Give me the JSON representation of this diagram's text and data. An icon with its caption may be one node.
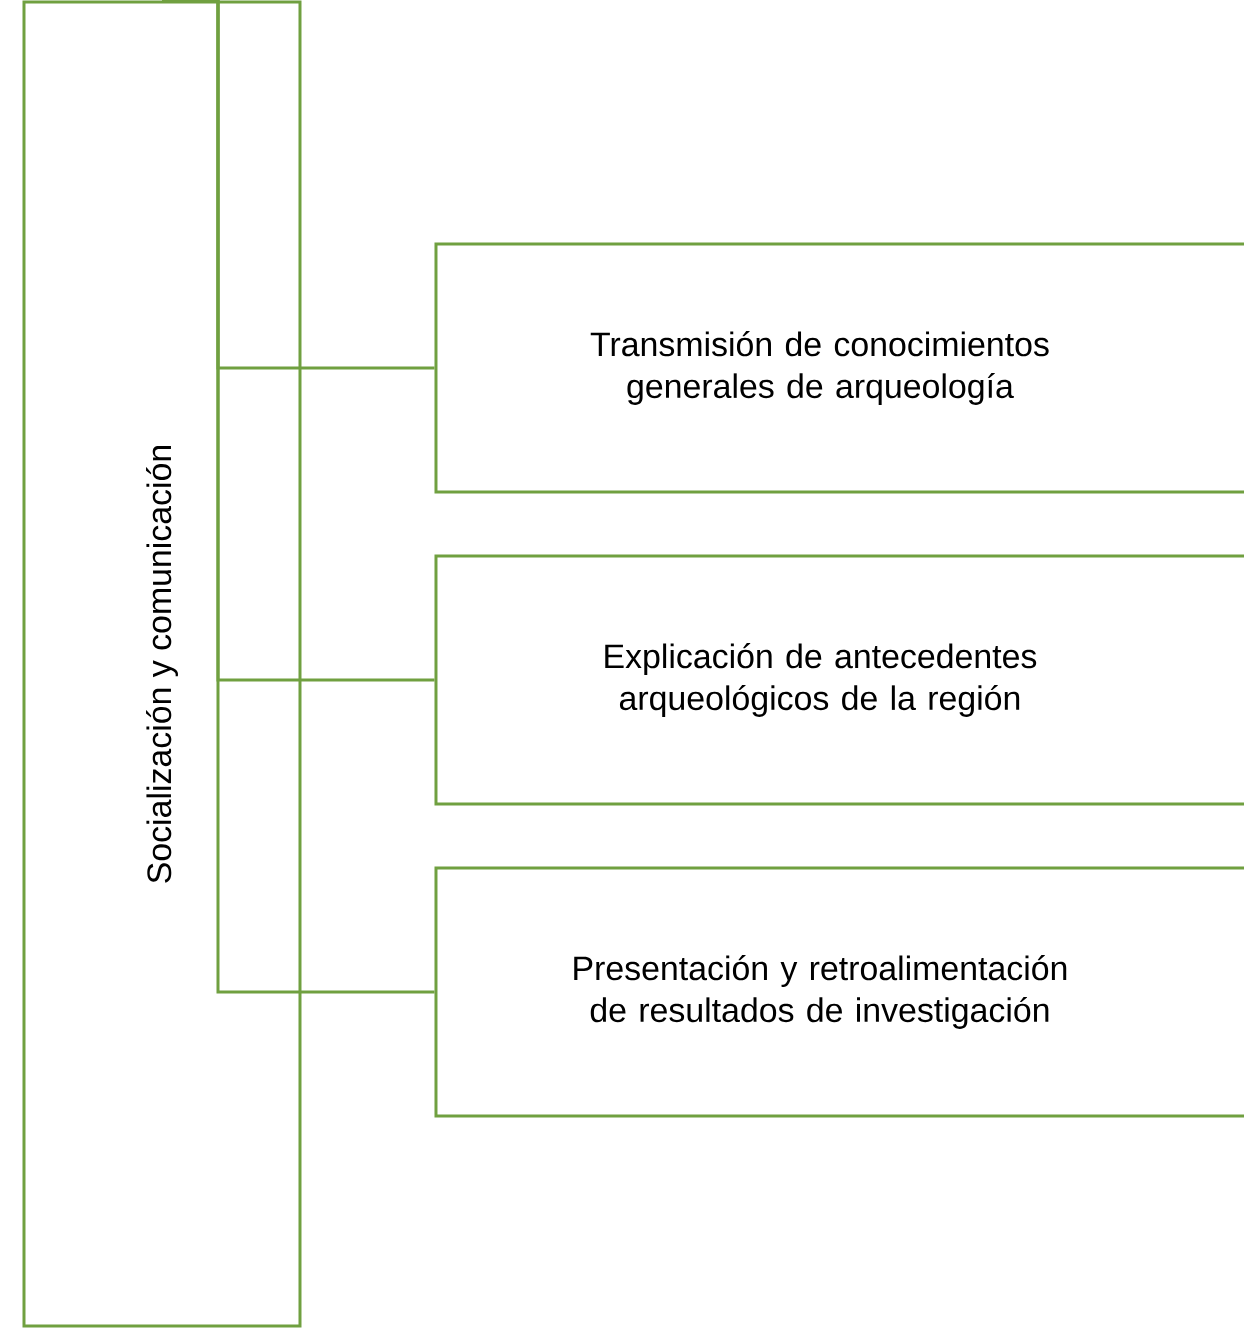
{
  "diagram": {
    "nodes": [
      {
        "text": [
          "Socialización y comunicación"
        ]
      },
      {
        "text": [
          "Transmisión de conocimientos generales de arqueología"
        ]
      },
      {
        "text": [
          "Explicación de antecedentes arqueológicos de la región"
        ]
      },
      {
        "text": [
          "Presentación y retroalimentación de resultados de investigación"
        ]
      }
    ],
    "edges": [
      {
        "from": 0,
        "to": 1,
        "arrow": "none"
      },
      {
        "from": 0,
        "to": 2,
        "arrow": "none"
      },
      {
        "from": 0,
        "to": 3,
        "arrow": "none"
      }
    ]
  }
}
